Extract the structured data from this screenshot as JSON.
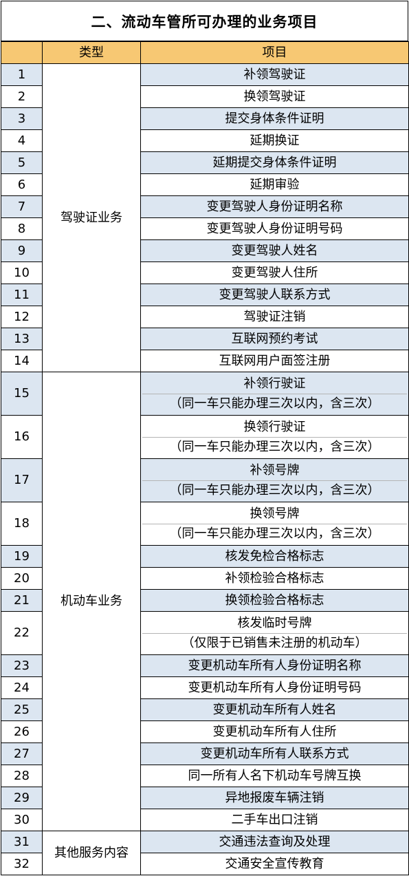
{
  "title": "二、流动车管所可办理的业务项目",
  "header": {
    "col_type": "类型",
    "col_item": "项目"
  },
  "categories": [
    "驾驶证业务",
    "机动车业务",
    "其他服务内容"
  ],
  "rows": [
    {
      "no": "1",
      "lines": [
        "补领驾驶证"
      ]
    },
    {
      "no": "2",
      "lines": [
        "换领驾驶证"
      ]
    },
    {
      "no": "3",
      "lines": [
        "提交身体条件证明"
      ]
    },
    {
      "no": "4",
      "lines": [
        "延期换证"
      ]
    },
    {
      "no": "5",
      "lines": [
        "延期提交身体条件证明"
      ]
    },
    {
      "no": "6",
      "lines": [
        "延期审验"
      ]
    },
    {
      "no": "7",
      "lines": [
        "变更驾驶人身份证明名称"
      ]
    },
    {
      "no": "8",
      "lines": [
        "变更驾驶人身份证明号码"
      ]
    },
    {
      "no": "9",
      "lines": [
        "变更驾驶人姓名"
      ]
    },
    {
      "no": "10",
      "lines": [
        "变更驾驶人住所"
      ]
    },
    {
      "no": "11",
      "lines": [
        "变更驾驶人联系方式"
      ]
    },
    {
      "no": "12",
      "lines": [
        "驾驶证注销"
      ]
    },
    {
      "no": "13",
      "lines": [
        "互联网预约考试"
      ]
    },
    {
      "no": "14",
      "lines": [
        "互联网用户面签注册"
      ]
    },
    {
      "no": "15",
      "lines": [
        "补领行驶证",
        "（同一车只能办理三次以内，含三次）"
      ]
    },
    {
      "no": "16",
      "lines": [
        "换领行驶证",
        "（同一车只能办理三次以内，含三次）"
      ]
    },
    {
      "no": "17",
      "lines": [
        "补领号牌",
        "（同一车只能办理三次以内，含三次）"
      ]
    },
    {
      "no": "18",
      "lines": [
        "换领号牌",
        "（同一车只能办理三次以内，含三次）"
      ]
    },
    {
      "no": "19",
      "lines": [
        "核发免检合格标志"
      ]
    },
    {
      "no": "20",
      "lines": [
        "补领检验合格标志"
      ]
    },
    {
      "no": "21",
      "lines": [
        "换领检验合格标志"
      ]
    },
    {
      "no": "22",
      "lines": [
        "核发临时号牌",
        "（仅限于已销售未注册的机动车）"
      ]
    },
    {
      "no": "23",
      "lines": [
        "变更机动车所有人身份证明名称"
      ]
    },
    {
      "no": "24",
      "lines": [
        "变更机动车所有人身份证明号码"
      ]
    },
    {
      "no": "25",
      "lines": [
        "变更机动车所有人姓名"
      ]
    },
    {
      "no": "26",
      "lines": [
        "变更机动车所有人住所"
      ]
    },
    {
      "no": "27",
      "lines": [
        "变更机动车所有人联系方式"
      ]
    },
    {
      "no": "28",
      "lines": [
        "同一所有人名下机动车号牌互换"
      ]
    },
    {
      "no": "29",
      "lines": [
        "异地报废车辆注销"
      ]
    },
    {
      "no": "30",
      "lines": [
        "二手车出口注销"
      ]
    },
    {
      "no": "31",
      "lines": [
        "交通违法查询及处理"
      ]
    },
    {
      "no": "32",
      "lines": [
        "交通安全宣传教育"
      ]
    }
  ],
  "colors": {
    "header_bg": "#f7c873",
    "alt_row_bg": "#dce6f1",
    "border": "#000000"
  }
}
